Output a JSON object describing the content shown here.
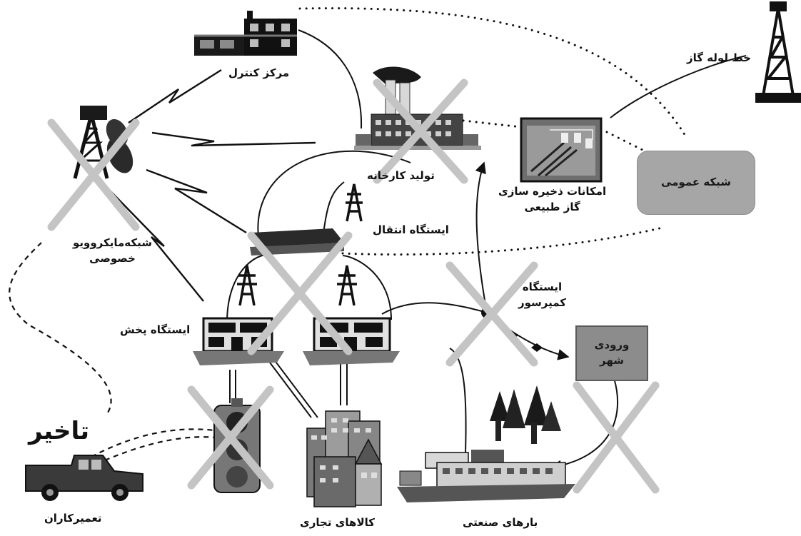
{
  "labels": {
    "control_center": "مرکز کنترل",
    "gas_pipeline": "خط لوله گاز",
    "power_plant": "تولید کارخانه",
    "gas_storage_line1": "امکانات ذخیره سازی",
    "gas_storage_line2": "گاز طبیعی",
    "public_network": "شبکه عمومی",
    "transmission_station": "ایستگاه انتقال",
    "microwave_line1": "شبکه‌مایکروویو",
    "microwave_line2": "خصوصی",
    "distribution_station": "ایستگاه پخش",
    "compressor_line1": "ایستگاه",
    "compressor_line2": "کمپرسور",
    "city_gate_line1": "ورودی",
    "city_gate_line2": "شهر",
    "delay": "تاخیر",
    "repair_crews": "تعمیرکاران",
    "commercial": "کالاهای تجاری",
    "industrial": "بارهای صنعتی"
  },
  "colors": {
    "failure_cross": "#c4c4c4",
    "public_network_fill": "#a6a6a6",
    "city_gate_fill": "#8c8c8c",
    "link_line": "#111111"
  },
  "icons": [
    "control-center-icon",
    "gas-rig-icon",
    "power-plant-icon",
    "gas-storage-icon",
    "microwave-tower-icon",
    "transmission-station-icon",
    "power-pylon-icon",
    "distribution-substation-icon",
    "traffic-light-icon",
    "commercial-buildings-icon",
    "industrial-factory-icon",
    "repair-truck-icon"
  ]
}
